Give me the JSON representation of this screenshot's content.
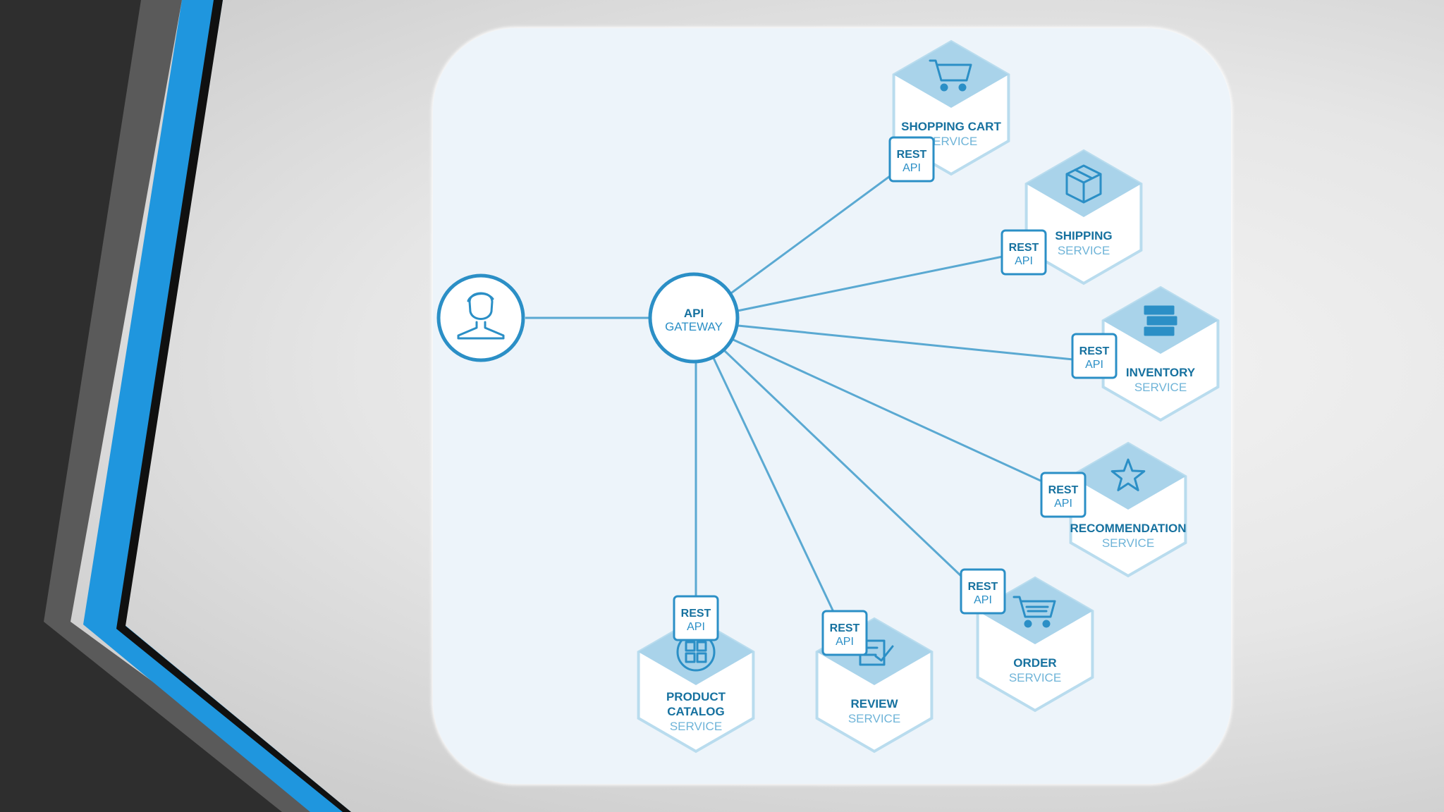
{
  "colors": {
    "accent": "#2b8fc6",
    "line": "#5aa9d2",
    "node_top": "#a9d3ea",
    "node_side": "#ffffff",
    "text_dark": "#16719f",
    "text_light": "#6fb4d8",
    "panel": "#edf4fa",
    "slide_dark": "#2e2e2e",
    "slide_blue": "#1f96de"
  },
  "diagram": {
    "user": {
      "icon": "user-icon"
    },
    "gateway": {
      "line1": "API",
      "line2": "GATEWAY"
    },
    "rest_badge": {
      "line1": "REST",
      "line2": "API"
    },
    "services": [
      {
        "id": "shopping-cart",
        "icon": "cart-icon",
        "bold": [
          "SHOPPING CART"
        ],
        "light": "SERVICE"
      },
      {
        "id": "shipping",
        "icon": "box-icon",
        "bold": [
          "SHIPPING"
        ],
        "light": "SERVICE"
      },
      {
        "id": "inventory",
        "icon": "stack-icon",
        "bold": [
          "INVENTORY"
        ],
        "light": "SERVICE"
      },
      {
        "id": "recommendation",
        "icon": "star-icon",
        "bold": [
          "RECOMMENDATION"
        ],
        "light": "SERVICE"
      },
      {
        "id": "order",
        "icon": "order-cart-icon",
        "bold": [
          "ORDER"
        ],
        "light": "SERVICE"
      },
      {
        "id": "review",
        "icon": "review-icon",
        "bold": [
          "REVIEW"
        ],
        "light": "SERVICE"
      },
      {
        "id": "product-catalog",
        "icon": "grid-icon",
        "bold": [
          "PRODUCT",
          "CATALOG"
        ],
        "light": "SERVICE"
      }
    ]
  }
}
